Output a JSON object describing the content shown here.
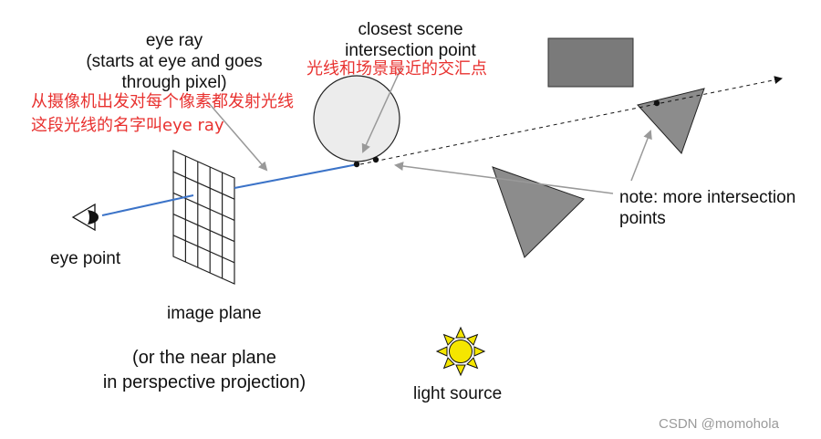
{
  "labels": {
    "eye_ray": [
      "eye ray",
      "(starts at eye and goes",
      "through pixel)"
    ],
    "eye_ray_cn": [
      "从摄像机出发对每个像素都发射光线",
      "这段光线的名字叫eye ray"
    ],
    "closest": [
      "closest scene",
      "intersection point"
    ],
    "closest_cn": "光线和场景最近的交汇点",
    "note": [
      "note: more intersection",
      "points"
    ],
    "eye_point": "eye point",
    "image_plane": "image plane",
    "near_plane": [
      "(or the near plane",
      "in perspective projection)"
    ],
    "light_source": "light source"
  },
  "watermark": "CSDN @momohola",
  "colors": {
    "ray": "#3b73c8",
    "annotation": "#e8312f",
    "gray_shape": "#8c8c8c",
    "rect": "#7a7a7a",
    "sphere": "#ececec",
    "sun": "#f5e600"
  },
  "icons": [
    "eye-icon",
    "image-plane-grid-icon",
    "sphere-object",
    "rectangle-object",
    "triangle-object",
    "sun-icon"
  ]
}
